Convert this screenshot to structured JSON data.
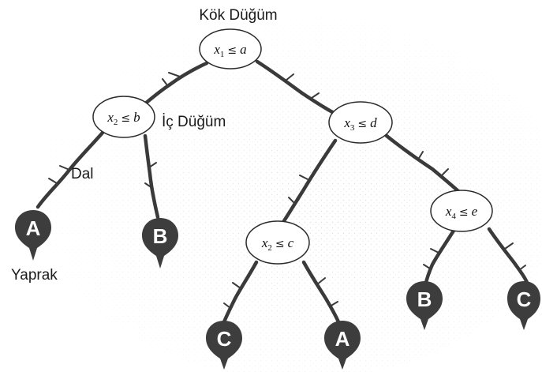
{
  "labels": {
    "root": "Kök Düğüm",
    "internal": "İç Düğüm",
    "branch": "Dal",
    "leaf": "Yaprak"
  },
  "nodes": {
    "n1": {
      "var": "x",
      "sub": "1",
      "op": "≤",
      "val": "a"
    },
    "n2": {
      "var": "x",
      "sub": "2",
      "op": "≤",
      "val": "b"
    },
    "n3": {
      "var": "x",
      "sub": "3",
      "op": "≤",
      "val": "d"
    },
    "n4": {
      "var": "x",
      "sub": "2",
      "op": "≤",
      "val": "c"
    },
    "n5": {
      "var": "x",
      "sub": "4",
      "op": "≤",
      "val": "e"
    }
  },
  "leaves": {
    "l1": "A",
    "l2": "B",
    "l3": "C",
    "l4": "A",
    "l5": "B",
    "l6": "C"
  },
  "colors": {
    "branch": "#3a3a3a",
    "leaf": "#3d3d3d",
    "node_fill": "#ffffff",
    "node_stroke": "#2b2b2b",
    "speckle": "#d8d8d8"
  }
}
